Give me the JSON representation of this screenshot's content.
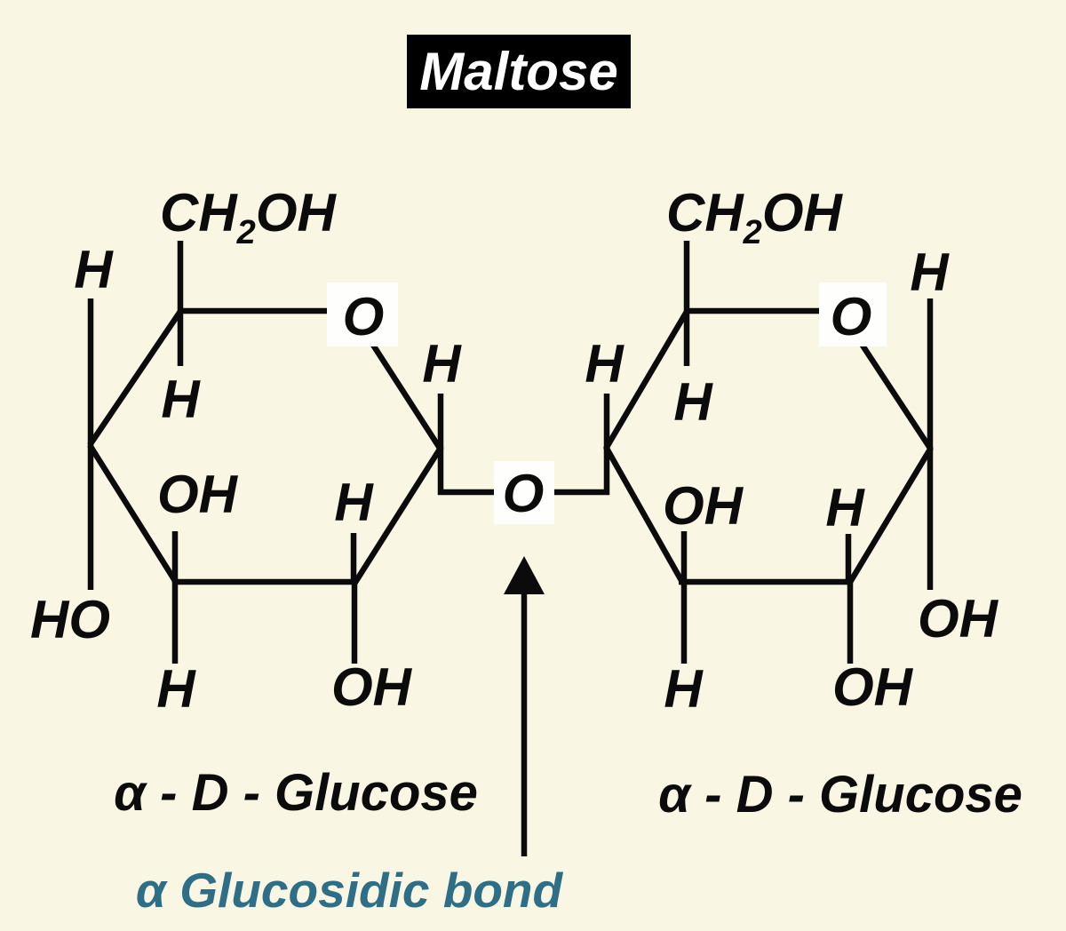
{
  "title": {
    "label": "Maltose"
  },
  "colors": {
    "background": "#F9F6E3",
    "ink": "#0B0B0B",
    "title_box": "#000000",
    "title_text": "#FFFFFF",
    "oxygen_box": "#FEFEFC",
    "bond_annotation": "#2E6F87"
  },
  "molecule": {
    "left_glucose": {
      "ch2oh_c": "CH",
      "ch2oh_sub": "2",
      "ch2oh_oh": "OH",
      "h_top_left": "H",
      "ring_oxygen": "O",
      "h_inner_top": "H",
      "h_anomeric": "H",
      "oh_inner": "OH",
      "h_inner_bottom": "H",
      "ho_left": "HO",
      "h_bottom": "H",
      "oh_bottom": "OH",
      "caption": "α - D - Glucose"
    },
    "right_glucose": {
      "ch2oh_c": "CH",
      "ch2oh_sub": "2",
      "ch2oh_oh": "OH",
      "h_left": "H",
      "ring_oxygen": "O",
      "h_inner_top": "H",
      "h_top_right": "H",
      "oh_inner": "OH",
      "h_inner_bottom": "H",
      "oh_right": "OH",
      "h_bottom": "H",
      "oh_bottom": "OH",
      "caption": "α - D - Glucose"
    },
    "bridge_oxygen": "O"
  },
  "annotation": {
    "bond_label": "α Glucosidic bond"
  }
}
